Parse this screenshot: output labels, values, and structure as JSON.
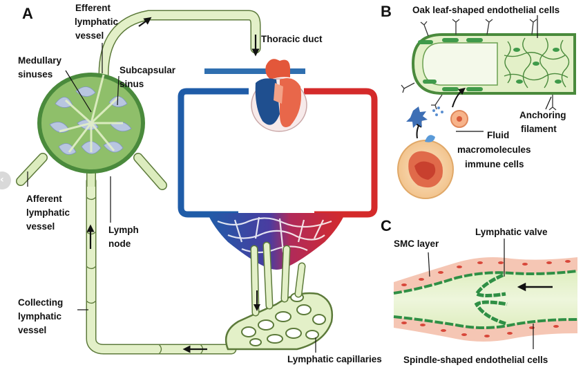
{
  "panels": {
    "a": {
      "letter": "A",
      "labels": {
        "efferent": [
          "Efferent",
          "lymphatic",
          "vessel"
        ],
        "thoracic": "Thoracic duct",
        "medullary": [
          "Medullary",
          "sinuses"
        ],
        "subcapsular": [
          "Subcapsular",
          "sinus"
        ],
        "afferent": [
          "Afferent",
          "lymphatic",
          "vessel"
        ],
        "lymph_node": [
          "Lymph",
          "node"
        ],
        "collecting": [
          "Collecting",
          "lymphatic",
          "vessel"
        ],
        "capillaries": "Lymphatic capillaries"
      }
    },
    "b": {
      "letter": "B",
      "labels": {
        "oak": "Oak leaf-shaped endothelial cells",
        "anchoring": [
          "Anchoring",
          "filament"
        ],
        "fluid": [
          "Fluid",
          "macromolecules",
          "immune cells"
        ]
      }
    },
    "c": {
      "letter": "C",
      "labels": {
        "smc": [
          "SMC layer"
        ],
        "valve": "Lymphatic valve",
        "spindle": "Spindle-shaped endothelial cells"
      }
    }
  },
  "colors": {
    "lymph_fill": "#e3f0c8",
    "lymph_stroke": "#5c7a3a",
    "node_fill": "#8fbf6a",
    "node_dark": "#4a8a3c",
    "sinus": "#b8c6e0",
    "vein": "#1f5ca8",
    "artery": "#d42a2a",
    "endothelial": "#2f8f45",
    "smc": "#f2b4a4",
    "nucleus": "#d8473a"
  },
  "nav": {
    "icon": "chevron-left-icon"
  }
}
